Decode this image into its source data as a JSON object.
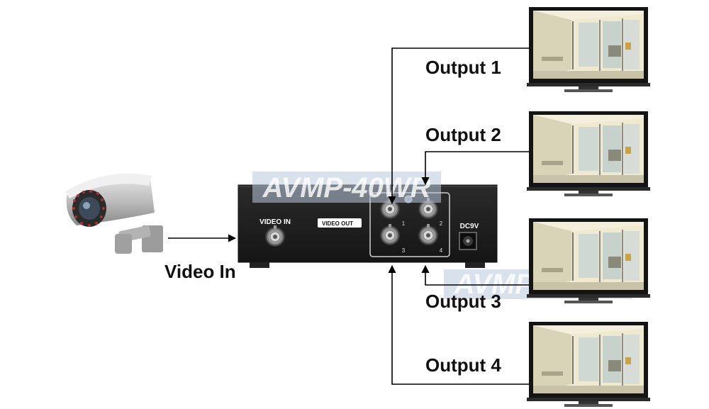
{
  "diagram": {
    "input_label": "Video In",
    "output_labels": [
      "Output 1",
      "Output 2",
      "Output 3",
      "Output 4"
    ],
    "watermark": "AVMP-40WR",
    "device": {
      "video_in_label": "VIDEO IN",
      "video_out_label": "VIDEO OUT",
      "power_label": "DC9V",
      "port_numbers": [
        "1",
        "2",
        "3",
        "4"
      ]
    }
  },
  "colors": {
    "device_body": "#1e1e1e",
    "connector_line": "#000000",
    "watermark_fill": "#b9c8dc",
    "monitor_bezel": "#141414"
  },
  "icons": [
    "security-camera-icon",
    "monitor-icon",
    "bnc-connector-icon",
    "dc-power-jack-icon"
  ]
}
